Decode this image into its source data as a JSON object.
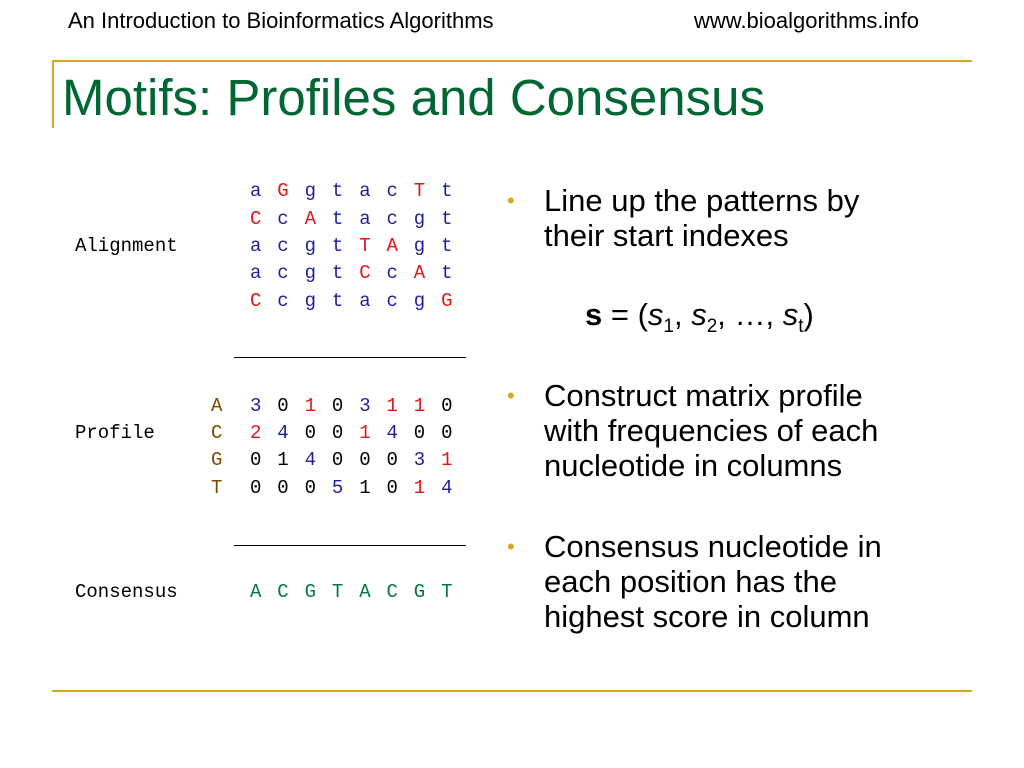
{
  "header": {
    "left": "An Introduction to Bioinformatics Algorithms",
    "right": "www.bioalgorithms.info"
  },
  "title": "Motifs: Profiles and Consensus",
  "colors": {
    "accent": "#D9A521",
    "title": "#006633",
    "blue": "#1F1F9E",
    "red": "#E3161B",
    "green": "#007A3D",
    "brown": "#7A4A00"
  },
  "alignment": {
    "label": "Alignment",
    "rows": [
      [
        [
          "a",
          "b"
        ],
        [
          "G",
          "r"
        ],
        [
          "g",
          "b"
        ],
        [
          "t",
          "b"
        ],
        [
          "a",
          "b"
        ],
        [
          "c",
          "b"
        ],
        [
          "T",
          "r"
        ],
        [
          "t",
          "b"
        ]
      ],
      [
        [
          "C",
          "r"
        ],
        [
          "c",
          "b"
        ],
        [
          "A",
          "r"
        ],
        [
          "t",
          "b"
        ],
        [
          "a",
          "b"
        ],
        [
          "c",
          "b"
        ],
        [
          "g",
          "b"
        ],
        [
          "t",
          "b"
        ]
      ],
      [
        [
          "a",
          "b"
        ],
        [
          "c",
          "b"
        ],
        [
          "g",
          "b"
        ],
        [
          "t",
          "b"
        ],
        [
          "T",
          "r"
        ],
        [
          "A",
          "r"
        ],
        [
          "g",
          "b"
        ],
        [
          "t",
          "b"
        ]
      ],
      [
        [
          "a",
          "b"
        ],
        [
          "c",
          "b"
        ],
        [
          "g",
          "b"
        ],
        [
          "t",
          "b"
        ],
        [
          "C",
          "r"
        ],
        [
          "c",
          "b"
        ],
        [
          "A",
          "r"
        ],
        [
          "t",
          "b"
        ]
      ],
      [
        [
          "C",
          "r"
        ],
        [
          "c",
          "b"
        ],
        [
          "g",
          "b"
        ],
        [
          "t",
          "b"
        ],
        [
          "a",
          "b"
        ],
        [
          "c",
          "b"
        ],
        [
          "g",
          "b"
        ],
        [
          "G",
          "r"
        ]
      ]
    ]
  },
  "profile": {
    "label": "Profile",
    "rows": [
      {
        "letter": "A",
        "cells": [
          [
            "3",
            "b"
          ],
          [
            "0",
            "k"
          ],
          [
            "1",
            "r"
          ],
          [
            "0",
            "k"
          ],
          [
            "3",
            "b"
          ],
          [
            "1",
            "r"
          ],
          [
            "1",
            "r"
          ],
          [
            "0",
            "k"
          ]
        ]
      },
      {
        "letter": "C",
        "cells": [
          [
            "2",
            "r"
          ],
          [
            "4",
            "b"
          ],
          [
            "0",
            "k"
          ],
          [
            "0",
            "k"
          ],
          [
            "1",
            "r"
          ],
          [
            "4",
            "b"
          ],
          [
            "0",
            "k"
          ],
          [
            "0",
            "k"
          ]
        ]
      },
      {
        "letter": "G",
        "cells": [
          [
            "0",
            "k"
          ],
          [
            "1",
            "k"
          ],
          [
            "4",
            "b"
          ],
          [
            "0",
            "k"
          ],
          [
            "0",
            "k"
          ],
          [
            "0",
            "k"
          ],
          [
            "3",
            "b"
          ],
          [
            "1",
            "r"
          ]
        ]
      },
      {
        "letter": "T",
        "cells": [
          [
            "0",
            "k"
          ],
          [
            "0",
            "k"
          ],
          [
            "0",
            "k"
          ],
          [
            "5",
            "b"
          ],
          [
            "1",
            "k"
          ],
          [
            "0",
            "k"
          ],
          [
            "1",
            "r"
          ],
          [
            "4",
            "b"
          ]
        ]
      }
    ]
  },
  "consensus": {
    "label": "Consensus",
    "letters": [
      "A",
      "C",
      "G",
      "T",
      "A",
      "C",
      "G",
      "T"
    ]
  },
  "separator": "_________________",
  "bullets": [
    {
      "lines": [
        "Line up the patterns by",
        "their start indexes"
      ]
    },
    {
      "lines": [
        "Construct matrix profile",
        "with frequencies of each",
        "nucleotide in columns"
      ]
    },
    {
      "lines": [
        "Consensus nucleotide in",
        "each position has the",
        "highest score in column"
      ]
    }
  ],
  "formula": {
    "bold": "s",
    "eq": " = (",
    "s1": "s",
    "sub1": "1",
    "sep1": ", ",
    "s2": "s",
    "sub2": "2",
    "ellipsis": ", …, ",
    "st": "s",
    "subt": "t",
    "close": ")"
  },
  "bullet_glyph": "•"
}
